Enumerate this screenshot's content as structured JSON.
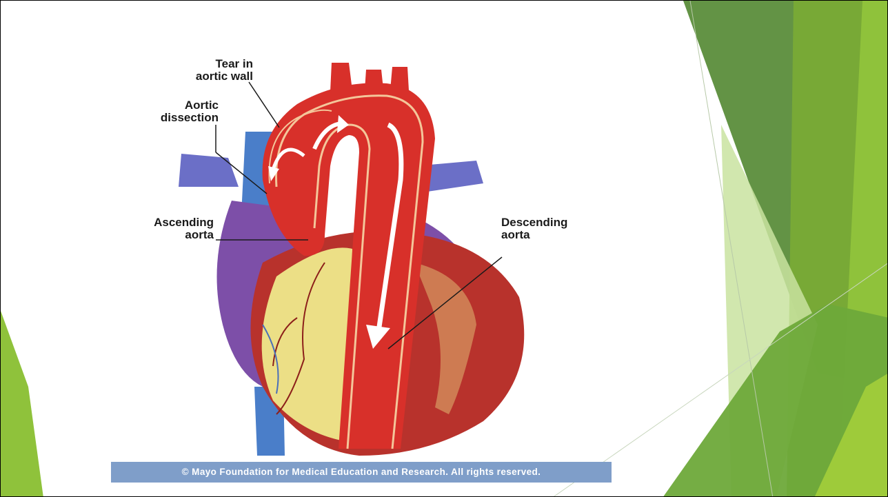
{
  "diagram": {
    "labels": {
      "tear": "Tear in\naortic wall",
      "dissection": "Aortic\ndissection",
      "ascending": "Ascending\naorta",
      "descending": "Descending\naorta"
    },
    "copyright": "© Mayo Foundation for Medical Education and Research.  All rights reserved."
  },
  "colors": {
    "aorta": "#d8302a",
    "heart_red": "#b8322c",
    "vein_purple": "#7d4fa8",
    "vein_blue": "#4a7ec9",
    "fat_yellow": "#ecdf86",
    "caption_bar": "#7f9ec9",
    "deco_green_dark": "#5a8a3a",
    "deco_green_light": "#8fc23b"
  }
}
